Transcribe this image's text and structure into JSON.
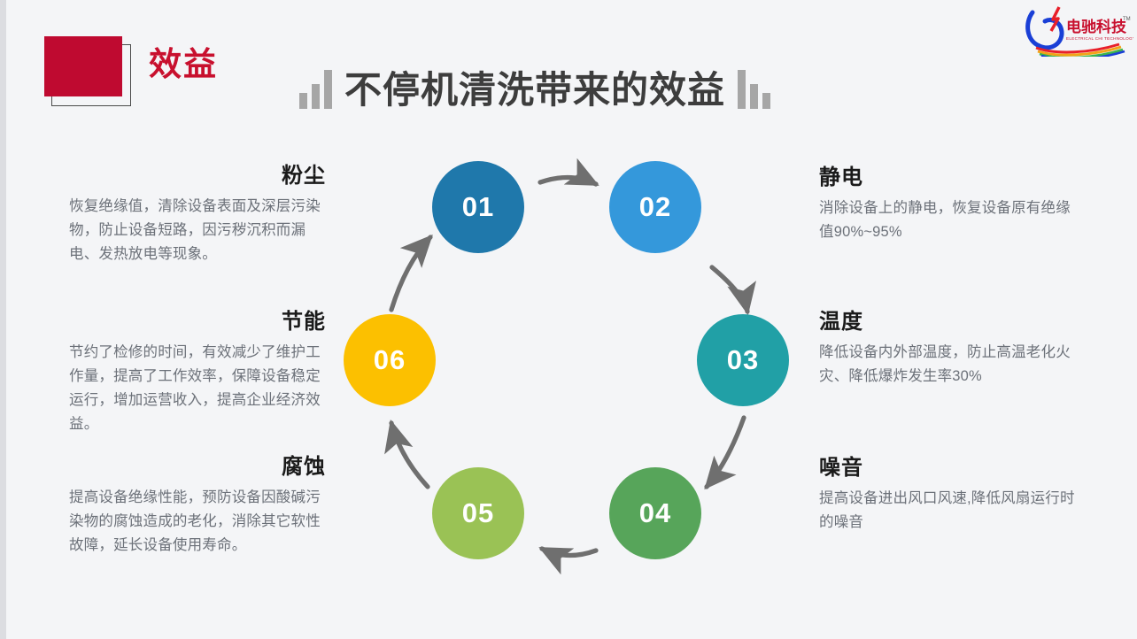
{
  "header": {
    "kicker": "效益",
    "title": "不停机清洗带来的效益",
    "badge_color": "#bf0a30",
    "kicker_color": "#c8102e",
    "deco_icon": "bar-chart-decoration"
  },
  "logo": {
    "brand_cn": "电驰科技",
    "brand_en": "ELECTRICAL CHI TECHNOLOGY",
    "trademark": "TM"
  },
  "cycle": {
    "nodes": [
      {
        "number": "01",
        "color": "#1f78ab",
        "topic": "粉尘"
      },
      {
        "number": "02",
        "color": "#3498db",
        "topic": "静电"
      },
      {
        "number": "03",
        "color": "#21a0a6",
        "topic": "温度"
      },
      {
        "number": "04",
        "color": "#57a55a",
        "topic": "噪音"
      },
      {
        "number": "05",
        "color": "#9ac255",
        "topic": "腐蚀"
      },
      {
        "number": "06",
        "color": "#fcc000",
        "topic": "节能"
      }
    ],
    "arrow_color": "#6f6f6f",
    "direction": "clockwise"
  },
  "blocks": {
    "dust": {
      "heading": "粉尘",
      "body": "恢复绝缘值，清除设备表面及深层污染物，防止设备短路，因污秽沉积而漏电、发热放电等现象。"
    },
    "energy": {
      "heading": "节能",
      "body": "节约了检修的时间，有效减少了维护工作量，提高了工作效率，保障设备稳定运行，增加运营收入，提高企业经济效益。"
    },
    "corrosion": {
      "heading": "腐蚀",
      "body": "提高设备绝缘性能，预防设备因酸碱污染物的腐蚀造成的老化，消除其它软性故障，延长设备使用寿命。"
    },
    "static": {
      "heading": "静电",
      "body": "消除设备上的静电，恢复设备原有绝缘值90%~95%"
    },
    "temperature": {
      "heading": "温度",
      "body": "降低设备内外部温度，防止高温老化火灾、降低爆炸发生率30%"
    },
    "noise": {
      "heading": "噪音",
      "body": "提高设备进出风口风速,降低风扇运行时的噪音"
    }
  }
}
